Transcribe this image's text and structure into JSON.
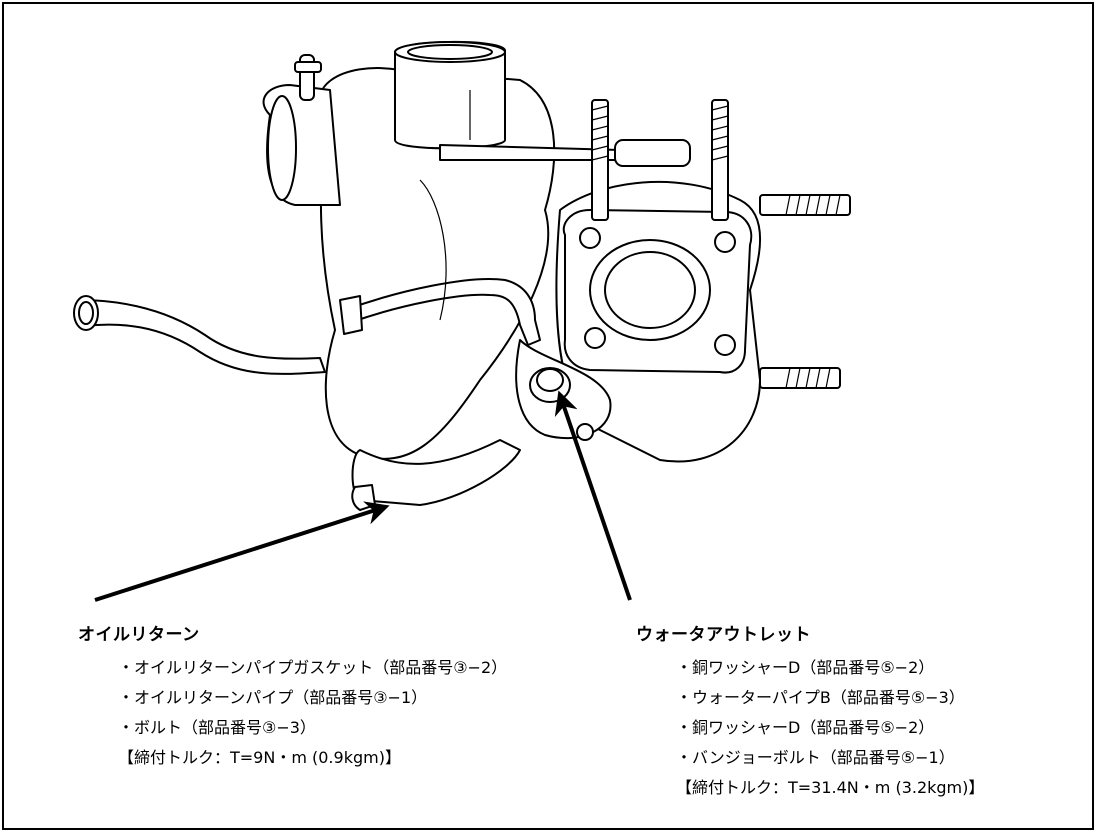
{
  "colors": {
    "ink": "#000000",
    "part_fill": "#ffffff",
    "shade": "#cfcfcf"
  },
  "left_callout": {
    "heading": "オイルリターン",
    "items": [
      "・オイルリターンパイプガスケット（部品番号③−2）",
      "・オイルリターンパイプ（部品番号③−1）",
      "・ボルト（部品番号③−3）"
    ],
    "torque": "【締付トルク：T=9N・m (0.9kgm)】"
  },
  "right_callout": {
    "heading": "ウォータアウトレット",
    "items": [
      "・銅ワッシャーD（部品番号⑤−2）",
      "・ウォーターパイプB（部品番号⑤−3）",
      "・銅ワッシャーD（部品番号⑤−2）",
      "・バンジョーボルト（部品番号⑤−1）"
    ],
    "torque": "【締付トルク：T=31.4N・m (3.2kgm)】"
  }
}
